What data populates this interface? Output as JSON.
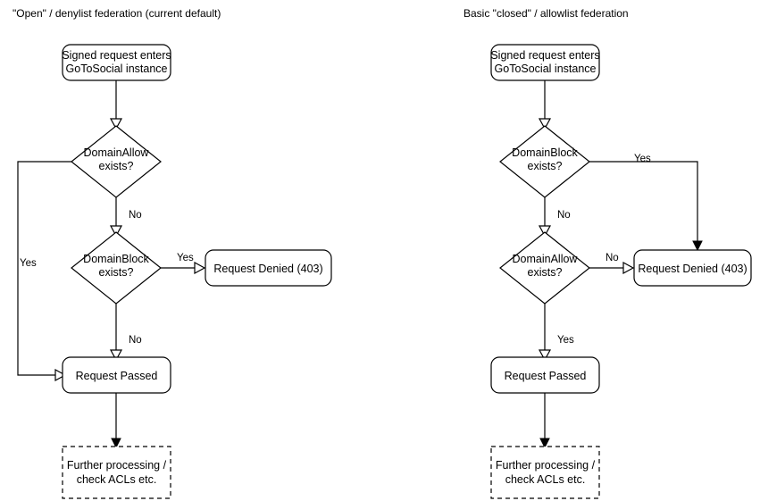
{
  "diagram": {
    "type": "flowchart",
    "title_left": "\"Open\" / denylist federation (current default)",
    "title_right": "Basic \"closed\" / allowlist federation",
    "columns": [
      {
        "id": "denylist",
        "title": "\"Open\" / denylist federation (current default)",
        "nodes": [
          {
            "id": "l-entry",
            "shape": "rounded-rect",
            "line1": "Signed request enters",
            "line2": "GoToSocial instance"
          },
          {
            "id": "l-allow",
            "shape": "diamond",
            "line1": "DomainAllow",
            "line2": "exists?"
          },
          {
            "id": "l-block",
            "shape": "diamond",
            "line1": "DomainBlock",
            "line2": "exists?"
          },
          {
            "id": "l-denied",
            "shape": "rounded-rect",
            "line1": "Request Denied (403)",
            "line2": ""
          },
          {
            "id": "l-passed",
            "shape": "rounded-rect",
            "line1": "Request Passed",
            "line2": ""
          },
          {
            "id": "l-further",
            "shape": "dashed-rect",
            "line1": "Further processing /",
            "line2": "check ACLs etc."
          }
        ],
        "edges": [
          {
            "from": "l-entry",
            "to": "l-allow",
            "label": ""
          },
          {
            "from": "l-allow",
            "to": "l-passed",
            "label": "Yes"
          },
          {
            "from": "l-allow",
            "to": "l-block",
            "label": "No"
          },
          {
            "from": "l-block",
            "to": "l-denied",
            "label": "Yes"
          },
          {
            "from": "l-block",
            "to": "l-passed",
            "label": "No"
          },
          {
            "from": "l-passed",
            "to": "l-further",
            "label": ""
          }
        ]
      },
      {
        "id": "allowlist",
        "title": "Basic \"closed\" / allowlist federation",
        "nodes": [
          {
            "id": "r-entry",
            "shape": "rounded-rect",
            "line1": "Signed request enters",
            "line2": "GoToSocial instance"
          },
          {
            "id": "r-block",
            "shape": "diamond",
            "line1": "DomainBlock",
            "line2": "exists?"
          },
          {
            "id": "r-allow",
            "shape": "diamond",
            "line1": "DomainAllow",
            "line2": "exists?"
          },
          {
            "id": "r-denied",
            "shape": "rounded-rect",
            "line1": "Request Denied (403)",
            "line2": ""
          },
          {
            "id": "r-passed",
            "shape": "rounded-rect",
            "line1": "Request Passed",
            "line2": ""
          },
          {
            "id": "r-further",
            "shape": "dashed-rect",
            "line1": "Further processing /",
            "line2": "check ACLs etc."
          }
        ],
        "edges": [
          {
            "from": "r-entry",
            "to": "r-block",
            "label": ""
          },
          {
            "from": "r-block",
            "to": "r-denied",
            "label": "Yes"
          },
          {
            "from": "r-block",
            "to": "r-allow",
            "label": "No"
          },
          {
            "from": "r-allow",
            "to": "r-denied",
            "label": "No"
          },
          {
            "from": "r-allow",
            "to": "r-passed",
            "label": "Yes"
          },
          {
            "from": "r-passed",
            "to": "r-further",
            "label": ""
          }
        ]
      }
    ],
    "colors": {
      "stroke": "#000000",
      "fill": "#ffffff",
      "text": "#000000",
      "background": "#ffffff"
    }
  }
}
